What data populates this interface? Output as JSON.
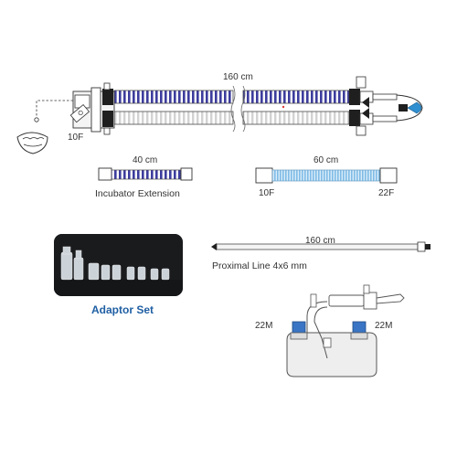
{
  "circuit": {
    "length_label": "160 cm",
    "wye_size_label": "10F"
  },
  "incubator_extension": {
    "length_label": "40 cm",
    "name": "Incubator Extension"
  },
  "expiratory_limb": {
    "length_label": "60 cm",
    "left_size": "10F",
    "right_size": "22F"
  },
  "proximal_line": {
    "length_label": "160 cm",
    "name": "Proximal Line 4x6 mm"
  },
  "adaptor_set": {
    "name": "Adaptor Set"
  },
  "humidifier_chamber": {
    "left_port": "22M",
    "right_port": "22M"
  },
  "colors": {
    "purple_stripe": "#3d3d9e",
    "blue_hose": "#8ec5ea",
    "adaptor_label": "#1f5fa3",
    "port_cap_blue": "#3a74c4"
  }
}
